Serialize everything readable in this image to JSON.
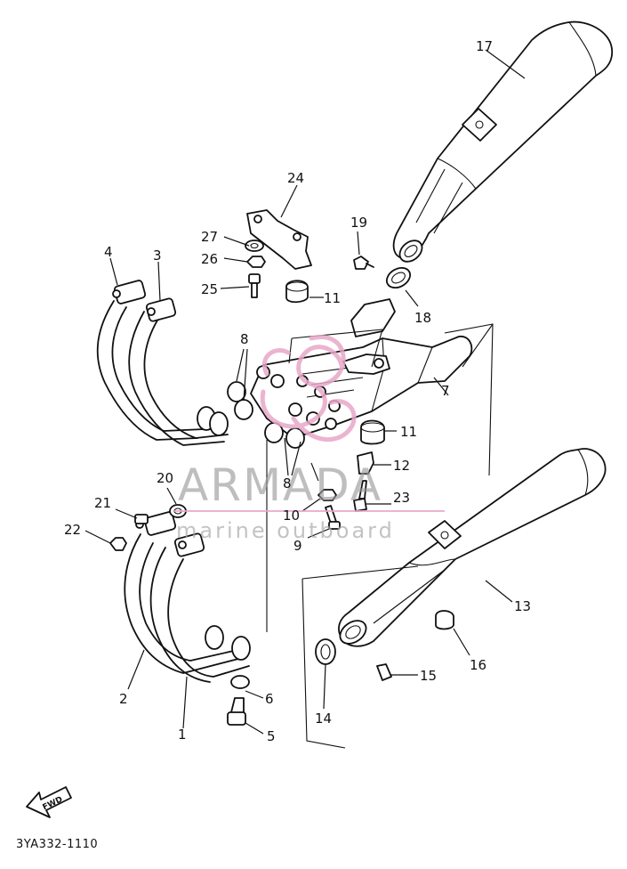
{
  "diagram": {
    "code": "3YA332-1110",
    "fwd_label": "FWD",
    "part_numbers": [
      "1",
      "2",
      "3",
      "4",
      "5",
      "6",
      "7",
      "8",
      "8",
      "9",
      "10",
      "11",
      "11",
      "12",
      "13",
      "14",
      "15",
      "16",
      "17",
      "18",
      "19",
      "20",
      "21",
      "22",
      "23",
      "24",
      "25",
      "26",
      "27"
    ]
  },
  "watermark": {
    "brand": "ARMADA",
    "tagline": "marine outboard",
    "accent_color": "#e8a7c8"
  },
  "colors": {
    "line": "#111111",
    "background": "#ffffff"
  }
}
